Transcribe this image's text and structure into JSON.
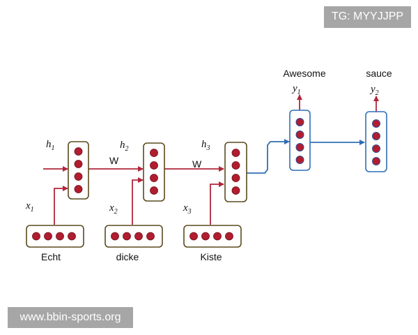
{
  "watermark_top": "TG: MYYJJPP",
  "watermark_bottom": "www.bbin-sports.org",
  "colors": {
    "encoder_arrow": "#b0263a",
    "decoder_arrow": "#2f6fb5",
    "neuron": "#b11d2f",
    "encoder_box": "#5a4a1e",
    "decoder_box": "#2f6fb5"
  },
  "inputs": [
    {
      "word": "Echt",
      "x_var": "x",
      "x_sub": "1"
    },
    {
      "word": "dicke",
      "x_var": "x",
      "x_sub": "2"
    },
    {
      "word": "Kiste",
      "x_var": "x",
      "x_sub": "3"
    }
  ],
  "hidden": [
    {
      "var": "h",
      "sub": "1"
    },
    {
      "var": "h",
      "sub": "2"
    },
    {
      "var": "h",
      "sub": "3"
    }
  ],
  "weights": [
    "W",
    "W"
  ],
  "outputs": [
    {
      "word": "Awesome",
      "var": "y",
      "sub": "1"
    },
    {
      "word": "sauce",
      "var": "y",
      "sub": "2"
    }
  ]
}
